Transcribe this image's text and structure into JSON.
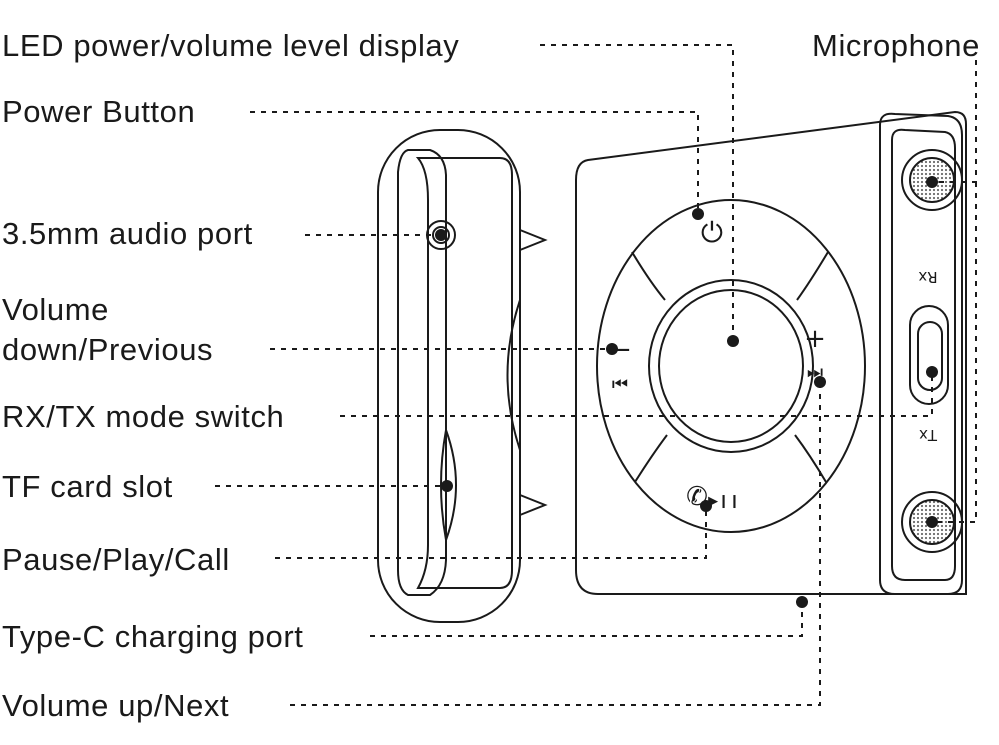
{
  "labels": {
    "led_display": "LED power/volume level display",
    "power_button": "Power Button",
    "audio_port": "3.5mm audio port",
    "volume_down_line1": "Volume",
    "volume_down_line2": "down/Previous",
    "mode_switch": "RX/TX mode switch",
    "tf_card_slot": "TF card slot",
    "pause_play_call": "Pause/Play/Call",
    "type_c_port": "Type-C charging port",
    "volume_up_next": "Volume up/Next",
    "microphone": "Microphone"
  },
  "device_markings": {
    "rx": "Rx",
    "tx": "Tx",
    "plus": "+",
    "minus": "−",
    "prev_icon": "⏮",
    "next_icon": "⏭",
    "power_icon": "⏻",
    "call_icon": "✆",
    "play_pause_icon": "▶❙❙"
  },
  "colors": {
    "ink": "#1a1a1a",
    "background": "#ffffff",
    "mesh": "#7a7a7a"
  }
}
